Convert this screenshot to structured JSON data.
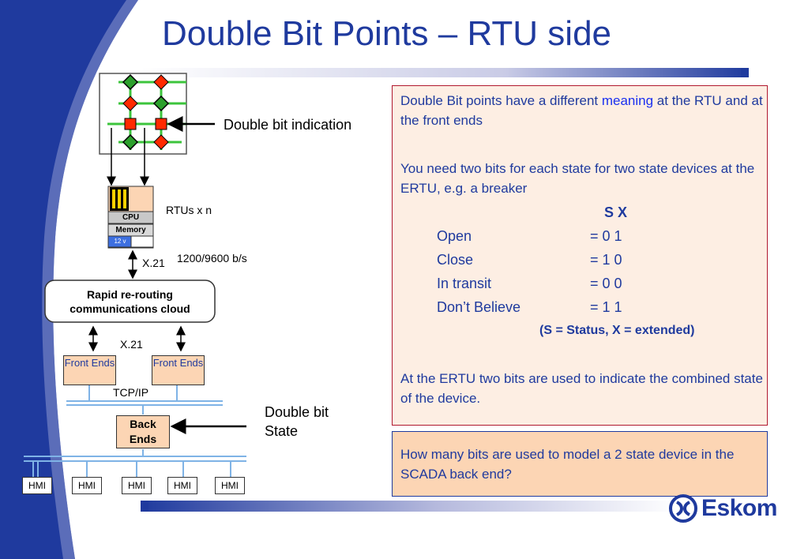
{
  "title": "Double Bit Points – RTU side",
  "diagram": {
    "double_bit_indication": "Double bit indication",
    "rtu": {
      "cpu": "CPU",
      "memory": "Memory",
      "power": "12 v",
      "caption": "RTUs x n"
    },
    "link_top": "X.21",
    "baud": "1200/9600 b/s",
    "cloud": "Rapid re-routing communications cloud",
    "link_mid": "X.21",
    "front_end_1": "Front Ends",
    "front_end_2": "Front Ends",
    "tcpip": "TCP/IP",
    "back_ends": "Back Ends",
    "double_bit_state": "Double bit State",
    "hmis": [
      "HMI",
      "HMI",
      "HMI",
      "HMI",
      "HMI"
    ]
  },
  "info": {
    "p1_a": "Double Bit points have a different ",
    "p1_meaning": "meaning",
    "p1_b": " at the RTU and at the front ends",
    "p2": "You need two bits for each state for two state devices at the ERTU, e.g. a breaker",
    "header": "S X",
    "states": [
      {
        "name": "Open",
        "value": "= 0 1"
      },
      {
        "name": "Close",
        "value": "= 1 0"
      },
      {
        "name": "In transit",
        "value": "= 0 0"
      },
      {
        "name": "Don’t Believe",
        "value": "= 1 1"
      }
    ],
    "legend": "(S = Status, X = extended)",
    "p3": "At the ERTU two bits are used to indicate the combined state of the device."
  },
  "question": "How many bits are used to model a 2 state device in the SCADA back end?",
  "logo": "Eskom",
  "colors": {
    "title": "#1f3a9e",
    "box_fill": "#fdeee3",
    "question_fill": "#fcd5b4",
    "sidebar": "#1f3a9e",
    "accent_red": "#ff2a00",
    "accent_green": "#2ca02c"
  }
}
